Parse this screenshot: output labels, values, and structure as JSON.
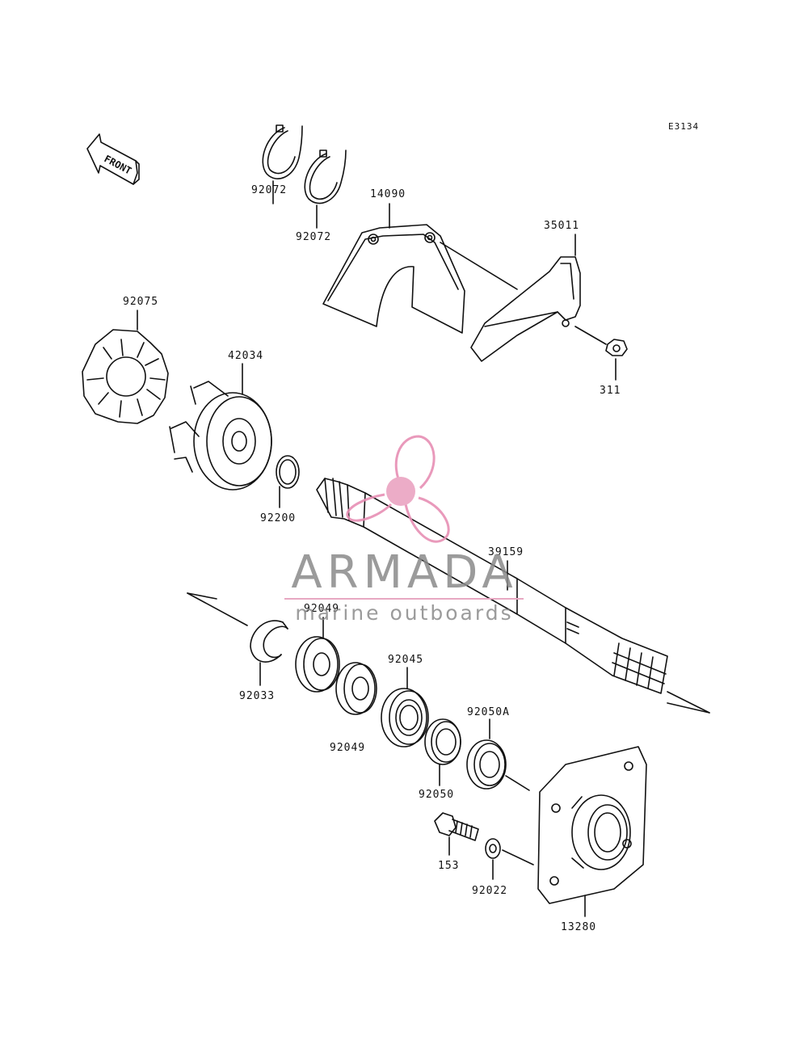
{
  "diagram_code": "E3134",
  "front_label": "FRONT",
  "watermark": {
    "brand": "ARMADA",
    "tagline": "marine outboards",
    "accent_color": "#e78fb4",
    "text_color": "#8a8a8a"
  },
  "part_labels": {
    "p92072a": "92072",
    "p92072b": "92072",
    "p14090": "14090",
    "p35011": "35011",
    "p311": "311",
    "p92075": "92075",
    "p42034": "42034",
    "p92200": "92200",
    "p39159": "39159",
    "p92049a": "92049",
    "p92033": "92033",
    "p92045": "92045",
    "p92049b": "92049",
    "p92050A": "92050A",
    "p92050": "92050",
    "p153": "153",
    "p92022": "92022",
    "p13280": "13280"
  }
}
